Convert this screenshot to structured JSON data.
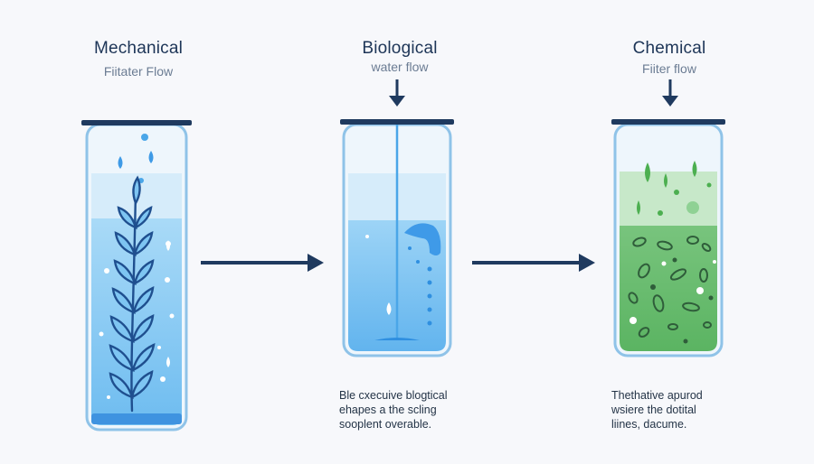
{
  "stages": [
    {
      "title": "Mechanical",
      "subtitle": "Fiitater Flow",
      "caption": []
    },
    {
      "title": "Biological",
      "subtitle": "water flow",
      "caption": [
        "Ble cxecuive blogtical",
        "ehapes a the scling",
        "sooplent overable."
      ]
    },
    {
      "title": "Chemical",
      "subtitle": "Fiiter flow",
      "caption": [
        "Thethative apurod",
        "wsiere the dotital",
        "liines, dacume."
      ]
    }
  ],
  "colors": {
    "title": "#1d3557",
    "subtitle": "#6b7c93",
    "arrow": "#1f3a5f",
    "tube_outline": "#8fc3e8",
    "tube_cap": "#1f3a5f",
    "water_light": "#cfe7f8",
    "water": "#8ecdf3",
    "water_deep": "#4aa6e8",
    "plant": "#1f4f8f",
    "chem_light": "#bfe6c4",
    "chem": "#66bb6a",
    "chem_dark": "#2f5d3a"
  }
}
